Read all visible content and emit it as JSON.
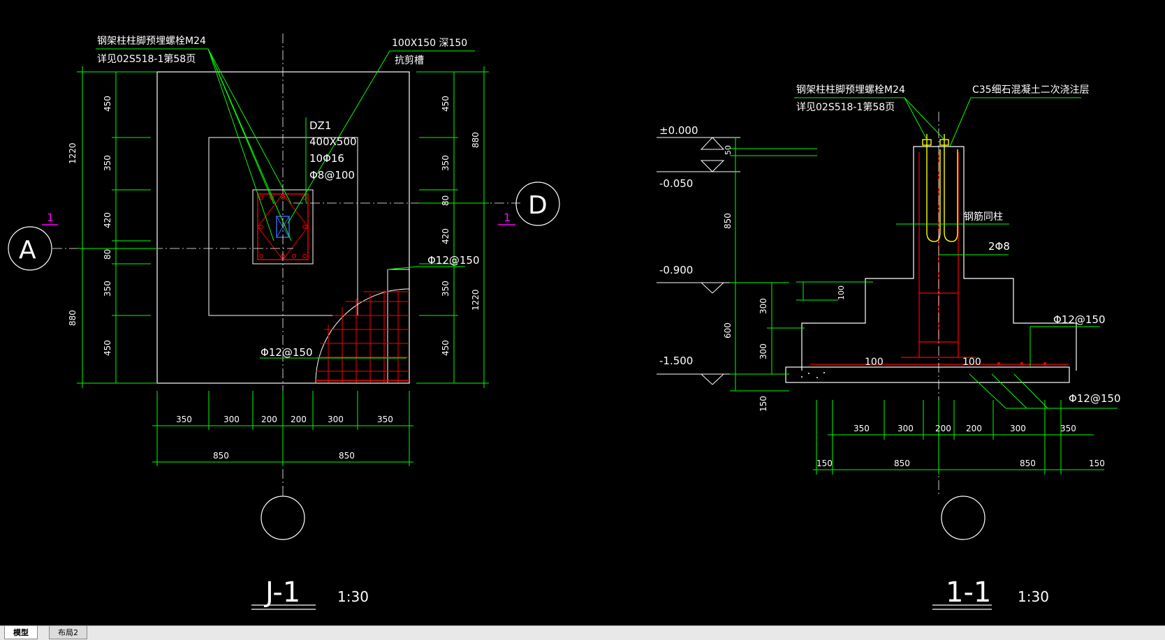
{
  "drawing": {
    "left_view": {
      "title": "J-1",
      "scale": "1:30",
      "grid_bubble_left": "A",
      "grid_bubble_right": "D",
      "section_mark": "1",
      "bolt_note_line1": "钢架柱柱脚预埋螺栓M24",
      "bolt_note_line2": "详见02S518-1第58页",
      "groove_note_line1": "100X150  深150",
      "groove_note_line2": "抗剪槽",
      "column_tag": [
        "DZ1",
        "400X500",
        "10Φ16",
        "Φ8@100"
      ],
      "rebar_label_upper": "Φ12@150",
      "rebar_label_lower": "Φ12@150",
      "dims_left_outer": [
        "1220",
        "880"
      ],
      "dims_left_inner": [
        "450",
        "350",
        "420",
        "80",
        "350",
        "450"
      ],
      "dims_right_inner": [
        "450",
        "350",
        "80",
        "420",
        "350",
        "450"
      ],
      "dims_right_outer": [
        "880",
        "1220"
      ],
      "dims_bottom_row1": [
        "350",
        "300",
        "200",
        "200",
        "300",
        "350"
      ],
      "dims_bottom_row2": [
        "850",
        "850"
      ]
    },
    "right_view": {
      "title": "1-1",
      "scale": "1:30",
      "bolt_note_line1": "钢架柱柱脚预埋螺栓M24",
      "bolt_note_line2": "详见02S518-1第58页",
      "grout_note": "C35细石混凝土二次浇注层",
      "column_label": "钢筋同柱",
      "stirrup_label": "2Φ8",
      "rebar_label_right": "Φ12@150",
      "rebar_label_bottom": "Φ12@150",
      "cover_labels": [
        "100",
        "100"
      ],
      "elevations": [
        "±0.000",
        "-0.050",
        "-0.900",
        "-1.500"
      ],
      "dims_vertical": [
        "50",
        "850",
        "600",
        "300",
        "300",
        "150",
        "100"
      ],
      "dims_bottom_row1": [
        "350",
        "300",
        "200",
        "200",
        "300",
        "350"
      ],
      "dims_bottom_row2": [
        "150",
        "850",
        "850",
        "150"
      ]
    },
    "colors": {
      "background": "#000000",
      "outline": "#ffffff",
      "dimension": "#00ff00",
      "rebar": "#ff0000",
      "bolt": "#ffff00",
      "tag": "#ff00ff"
    }
  },
  "tabs": {
    "model": "模型",
    "layout": "布局2"
  }
}
